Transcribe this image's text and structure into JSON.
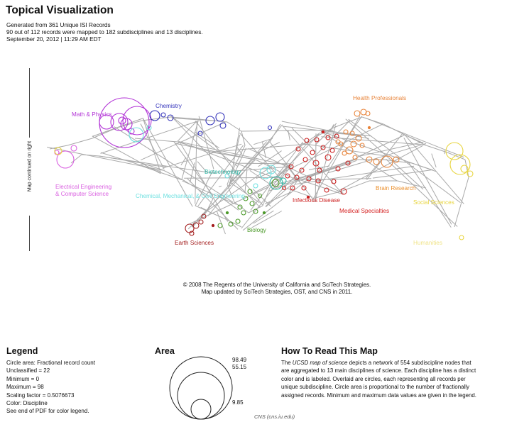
{
  "header": {
    "title": "Topical Visualization",
    "line1": "Generated from 361 Unique ISI Records",
    "line2": "90 out of 112 records were mapped to 182 subdisciplines and 13 disciplines.",
    "line3": "September 20, 2012 | 11:29 AM EDT"
  },
  "map": {
    "side_label": "Map continued on right",
    "disciplines": [
      {
        "label": "Chemistry",
        "color": "#3333bb"
      },
      {
        "label": "Math & Physics",
        "color": "#b233d6"
      },
      {
        "label": "Electrical Engineering",
        "color": "#d95fe0"
      },
      {
        "label": "& Computer Science",
        "color": "#d95fe0"
      },
      {
        "label": "Biotechnology",
        "color": "#2db7a6"
      },
      {
        "label": "Chemical, Mechanical, & Civil Engineering",
        "color": "#6fe0e0"
      },
      {
        "label": "Biology",
        "color": "#4c9a2a"
      },
      {
        "label": "Earth Sciences",
        "color": "#a31e1e"
      },
      {
        "label": "Infectious Disease",
        "color": "#cc1f1f"
      },
      {
        "label": "Medical Specialties",
        "color": "#d42020"
      },
      {
        "label": "Health Professionals",
        "color": "#e8843a"
      },
      {
        "label": "Brain Research",
        "color": "#eb8f2b"
      },
      {
        "label": "Social Sciences",
        "color": "#e8d540"
      },
      {
        "label": "Humanities",
        "color": "#f0e48a"
      }
    ]
  },
  "copyright": {
    "line1": "© 2008  The Regents of the University of California and SciTech Strategies.",
    "line2": "Map updated  by SciTech Strategies, OST, and CNS in 2011."
  },
  "legend": {
    "title": "Legend",
    "lines": [
      "Circle area: Fractional record count",
      "Unclassified = 22",
      "Minimum = 0",
      "Maximum = 98",
      "Scaling factor = 0.5076673",
      "Color: Discipline",
      "See end of PDF for color legend."
    ]
  },
  "area": {
    "title": "Area",
    "values": [
      "98.49",
      "55.15",
      "9.85"
    ]
  },
  "howto": {
    "title": "How To Read This Map",
    "lines": [
      {
        "pre": "The ",
        "em": "UCSD map of science",
        "post": "  depicts a network of 554 subdiscipline nodes that"
      },
      {
        "pre": "are aggregated to 13 main disciplines of science. Each discipline has a distinct",
        "em": "",
        "post": ""
      },
      {
        "pre": "color and is labeled. Overlaid are circles, each representing all records per",
        "em": "",
        "post": ""
      },
      {
        "pre": "unique subdiscipline. Circle area is proportional to the number of fractionally",
        "em": "",
        "post": ""
      },
      {
        "pre": "assigned records. Minimum and maximum data values are given in the legend.",
        "em": "",
        "post": ""
      }
    ]
  },
  "footer": "CNS (cns.iu.edu)"
}
